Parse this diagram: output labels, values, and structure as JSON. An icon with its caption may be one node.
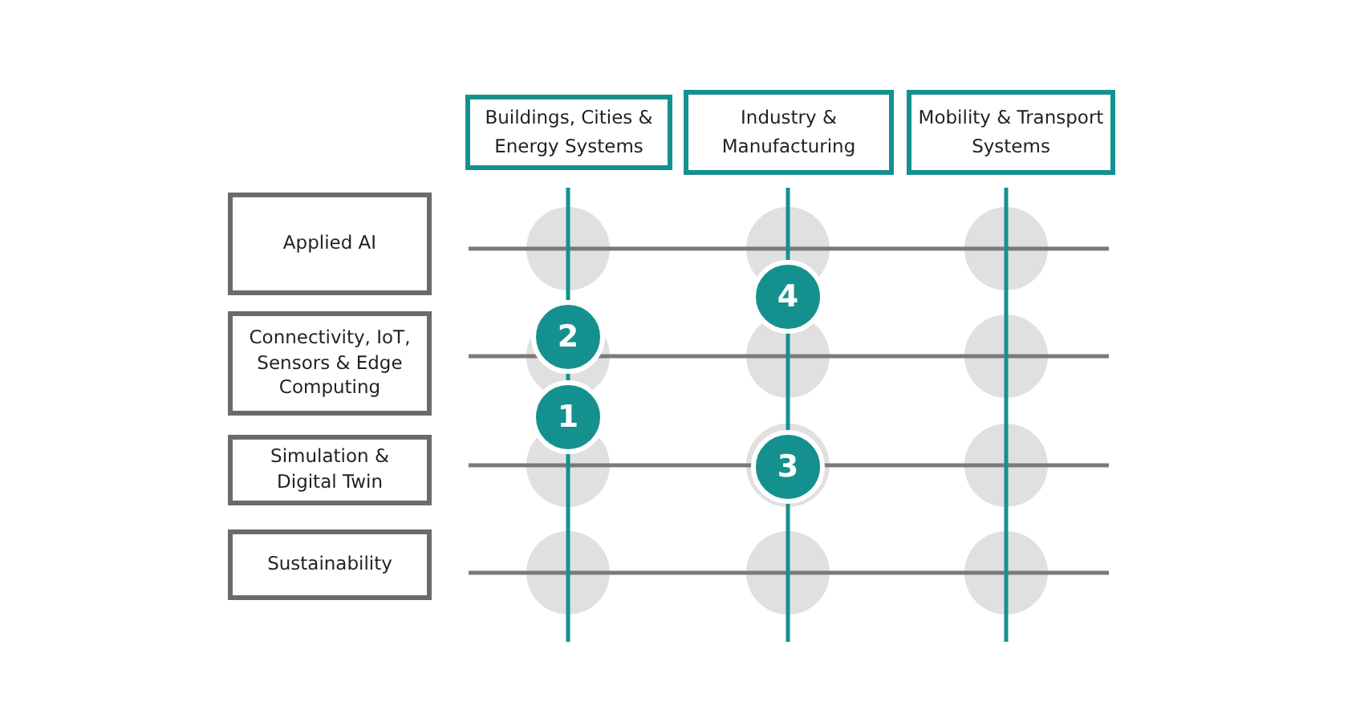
{
  "diagram": {
    "nodes": [
      {
        "text": [
          "Buildings, Cities & Energy Systems"
        ]
      },
      {
        "text": [
          "Industry & Manufacturing"
        ]
      },
      {
        "text": [
          "Mobility & Transport Systems"
        ]
      },
      {
        "text": [
          "Applied AI"
        ]
      },
      {
        "text": [
          "Connectivity, IoT, Sensors & Edge Computing"
        ]
      },
      {
        "text": [
          "Simulation & Digital Twin"
        ]
      },
      {
        "text": [
          "Sustainability"
        ]
      },
      {
        "text": [
          "4"
        ]
      },
      {
        "text": [
          "2"
        ]
      },
      {
        "text": [
          "1"
        ]
      },
      {
        "text": [
          "3"
        ]
      }
    ],
    "edges": []
  }
}
